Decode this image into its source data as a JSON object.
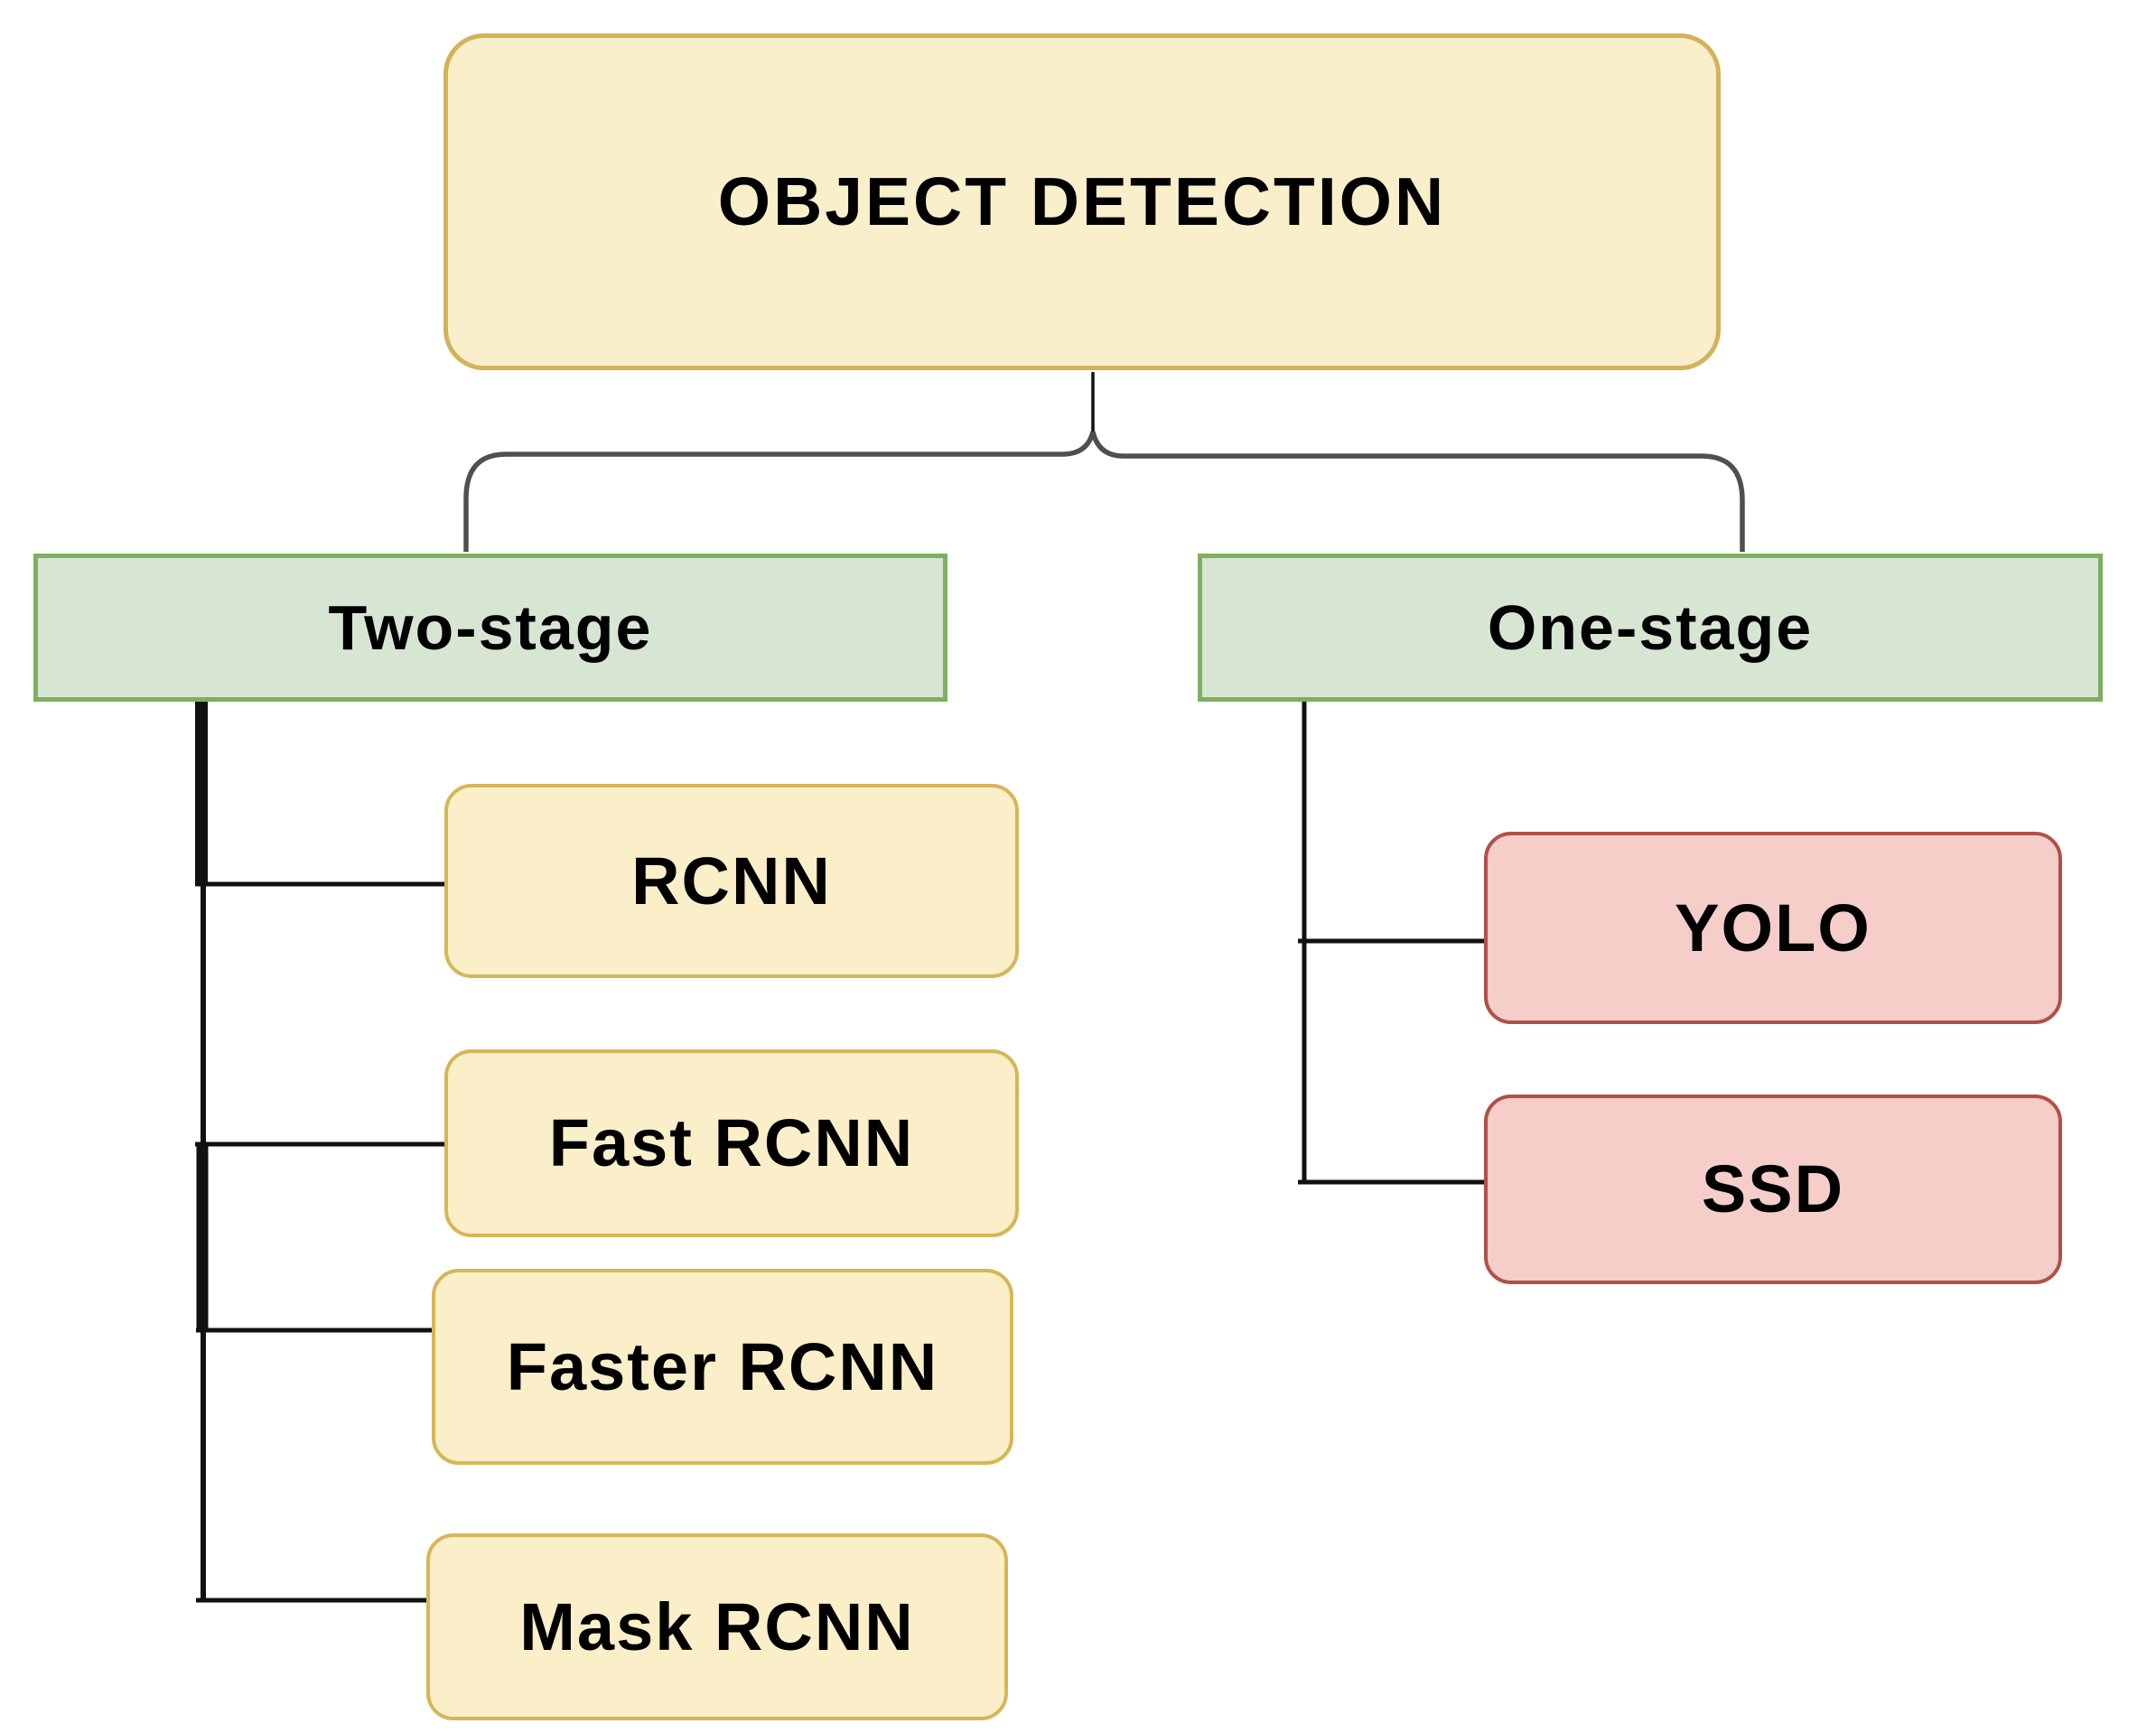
{
  "diagram": {
    "title": "OBJECT DETECTION",
    "categories": [
      {
        "label": "Two-stage",
        "children": [
          "RCNN",
          "Fast RCNN",
          "Faster RCNN",
          "Mask RCNN"
        ]
      },
      {
        "label": "One-stage",
        "children": [
          "YOLO",
          "SSD"
        ]
      }
    ],
    "colors": {
      "background": "#ffffff",
      "root_fill": "#FAEFCB",
      "root_border": "#D4B25A",
      "stage_fill": "#D6E6D3",
      "stage_border": "#7DB060",
      "two_stage_child_fill": "#FAEFC8",
      "two_stage_child_border": "#D6B656",
      "one_stage_child_fill": "#F5CECA",
      "one_stage_child_border": "#B05049",
      "connector": "#111111",
      "brace": "#4F4F4F"
    }
  }
}
